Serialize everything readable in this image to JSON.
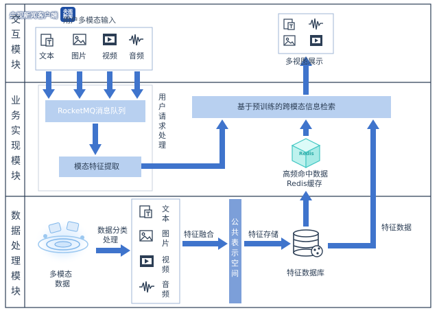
{
  "watermark": {
    "text": "央视新闻客户端",
    "logo_line1": "央视",
    "logo_line2": "新闻"
  },
  "layers": {
    "interaction": [
      "交",
      "互",
      "模",
      "块"
    ],
    "business": [
      "业",
      "务",
      "实",
      "现",
      "模",
      "块"
    ],
    "data": [
      "数",
      "据",
      "处",
      "理",
      "模",
      "块"
    ]
  },
  "multimodal_input": {
    "title": "用户多模态输入",
    "items": [
      "文本",
      "图片",
      "视频",
      "音频"
    ]
  },
  "multiview_display": {
    "label": "多视图展示"
  },
  "rocketmq": {
    "label": "RocketMQ消息队列"
  },
  "user_request": [
    "用",
    "户",
    "请",
    "求",
    "处",
    "理"
  ],
  "feature_extract": {
    "label": "模态特征提取"
  },
  "retrieval": {
    "label": "基于预训练的跨模态信息检索"
  },
  "redis": {
    "icon_label": "Redis",
    "line1": "高频命中数据",
    "line2": "Redis缓存"
  },
  "multimodal_data": {
    "line1": "多模态",
    "line2": "数据"
  },
  "classify": {
    "line1": "数据分类",
    "line2": "处理"
  },
  "data_types": {
    "text": [
      "文",
      "本"
    ],
    "image": [
      "图",
      "片"
    ],
    "video": [
      "视",
      "频"
    ],
    "audio": [
      "音",
      "频"
    ]
  },
  "fusion": {
    "label": "特征融合"
  },
  "public_space": [
    "公",
    "共",
    "表",
    "示",
    "空",
    "间"
  ],
  "storage": {
    "label": "特征存储"
  },
  "database": {
    "label": "特征数据库"
  },
  "feature_data": {
    "label": "特征数据"
  },
  "colors": {
    "arrow": "#3f74cc",
    "box": "#b8d0f0",
    "bar": "#7c9fd9",
    "border": "#2c3e55"
  }
}
